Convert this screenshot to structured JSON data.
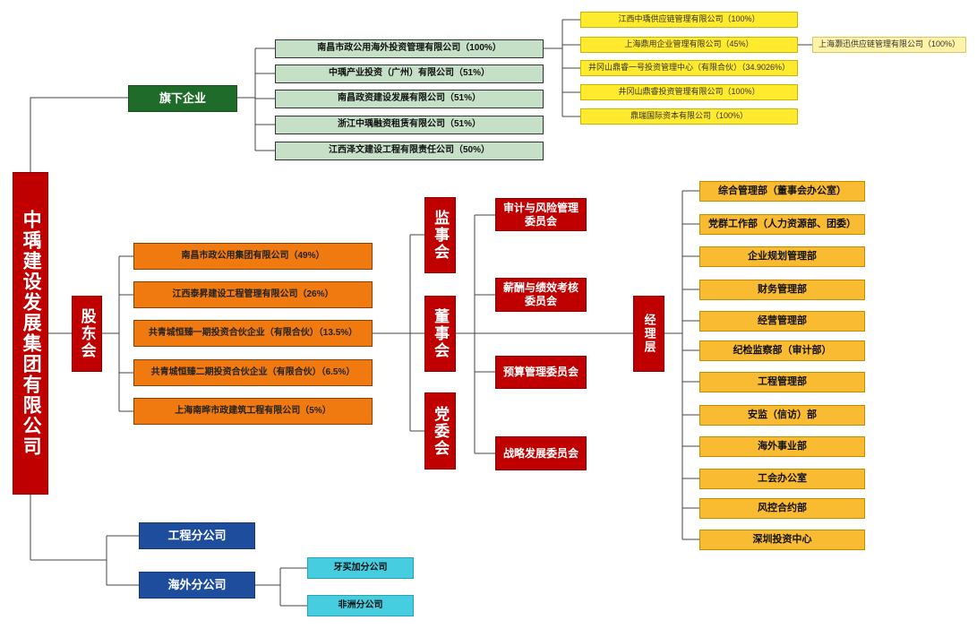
{
  "root": {
    "title": "中瑀建设发展集团有限公司"
  },
  "subsidiaries": {
    "label": "旗下企业",
    "items": [
      "南昌市政公用海外投资管理有限公司（100%）",
      "中瑀产业投资（广州）有限公司（51%）",
      "南昌政资建设发展有限公司（51%）",
      "浙江中瑀融资租赁有限公司（51%）",
      "江西泽文建设工程有限责任公司（50%）"
    ],
    "sub_items": [
      "江西中瑀供应链管理有限公司（100%）",
      "上海鼎用企业管理有限公司（45%）",
      "井冈山鼎睿一号投资管理中心（有限合伙）（34.9026%）",
      "井冈山鼎睿投资管理有限公司（100%）",
      "鼎瑞国际资本有限公司（100%）"
    ],
    "sub_sub_item": "上海灏迅供应链管理有限公司（100%）"
  },
  "shareholders": {
    "label": "股东会",
    "items": [
      "南昌市政公用集团有限公司（49%）",
      "江西泰昇建设工程管理有限公司（26%）",
      "共青城恒臻一期投资合伙企业（有限合伙）（13.5%）",
      "共青城恒臻二期投资合伙企业（有限合伙）（6.5%）",
      "上海南晔市政建筑工程有限公司（5%）"
    ]
  },
  "governance": {
    "supervisory": "监事会",
    "board": "董事会",
    "party": "党委会"
  },
  "committees": [
    "审计与风险管理委员会",
    "薪酬与绩效考核委员会",
    "预算管理委员会",
    "战略发展委员会"
  ],
  "management": {
    "label": "经理层",
    "departments": [
      "综合管理部（董事会办公室）",
      "党群工作部（人力资源部、团委）",
      "企业规划管理部",
      "财务管理部",
      "经营管理部",
      "纪检监察部（审计部）",
      "工程管理部",
      "安监（信访）部",
      "海外事业部",
      "工会办公室",
      "风控合约部",
      "深圳投资中心"
    ]
  },
  "branches": {
    "engineering": "工程分公司",
    "overseas": "海外分公司",
    "overseas_children": [
      "牙买加分公司",
      "非洲分公司"
    ]
  },
  "colors": {
    "red": "#c00000",
    "dark_green": "#1f6b2a",
    "light_green": "#c6e0c8",
    "yellow": "#ffea2e",
    "orange": "#f07a0f",
    "gold": "#f9bb32",
    "blue": "#1d4d9c",
    "cyan": "#47cde0",
    "line": "#444444"
  }
}
